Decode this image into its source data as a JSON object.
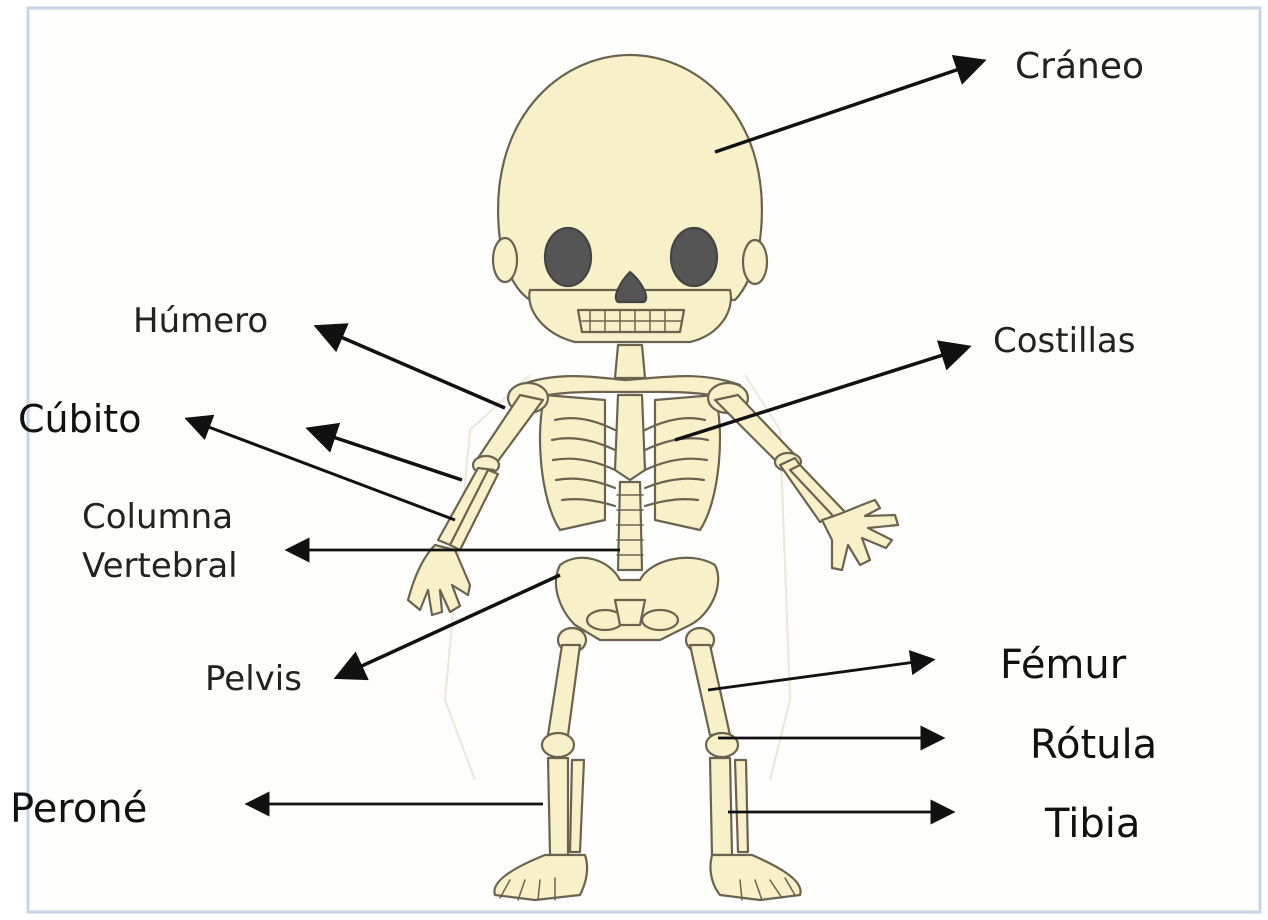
{
  "labels": {
    "craneo": "Cráneo",
    "humero": "Húmero",
    "costillas": "Costillas",
    "cubito": "Cúbito",
    "columna_line1": "Columna",
    "columna_line2": "Vertebral",
    "pelvis": "Pelvis",
    "femur": "Fémur",
    "rotula": "Rótula",
    "peronne": "Peroné",
    "tibia": "Tibia"
  },
  "colors": {
    "bone_fill": "#f7f0c8",
    "bone_stroke": "#6b6350",
    "eye_socket": "#555555",
    "arrow": "#111111",
    "frame": "#c8d4e6"
  }
}
